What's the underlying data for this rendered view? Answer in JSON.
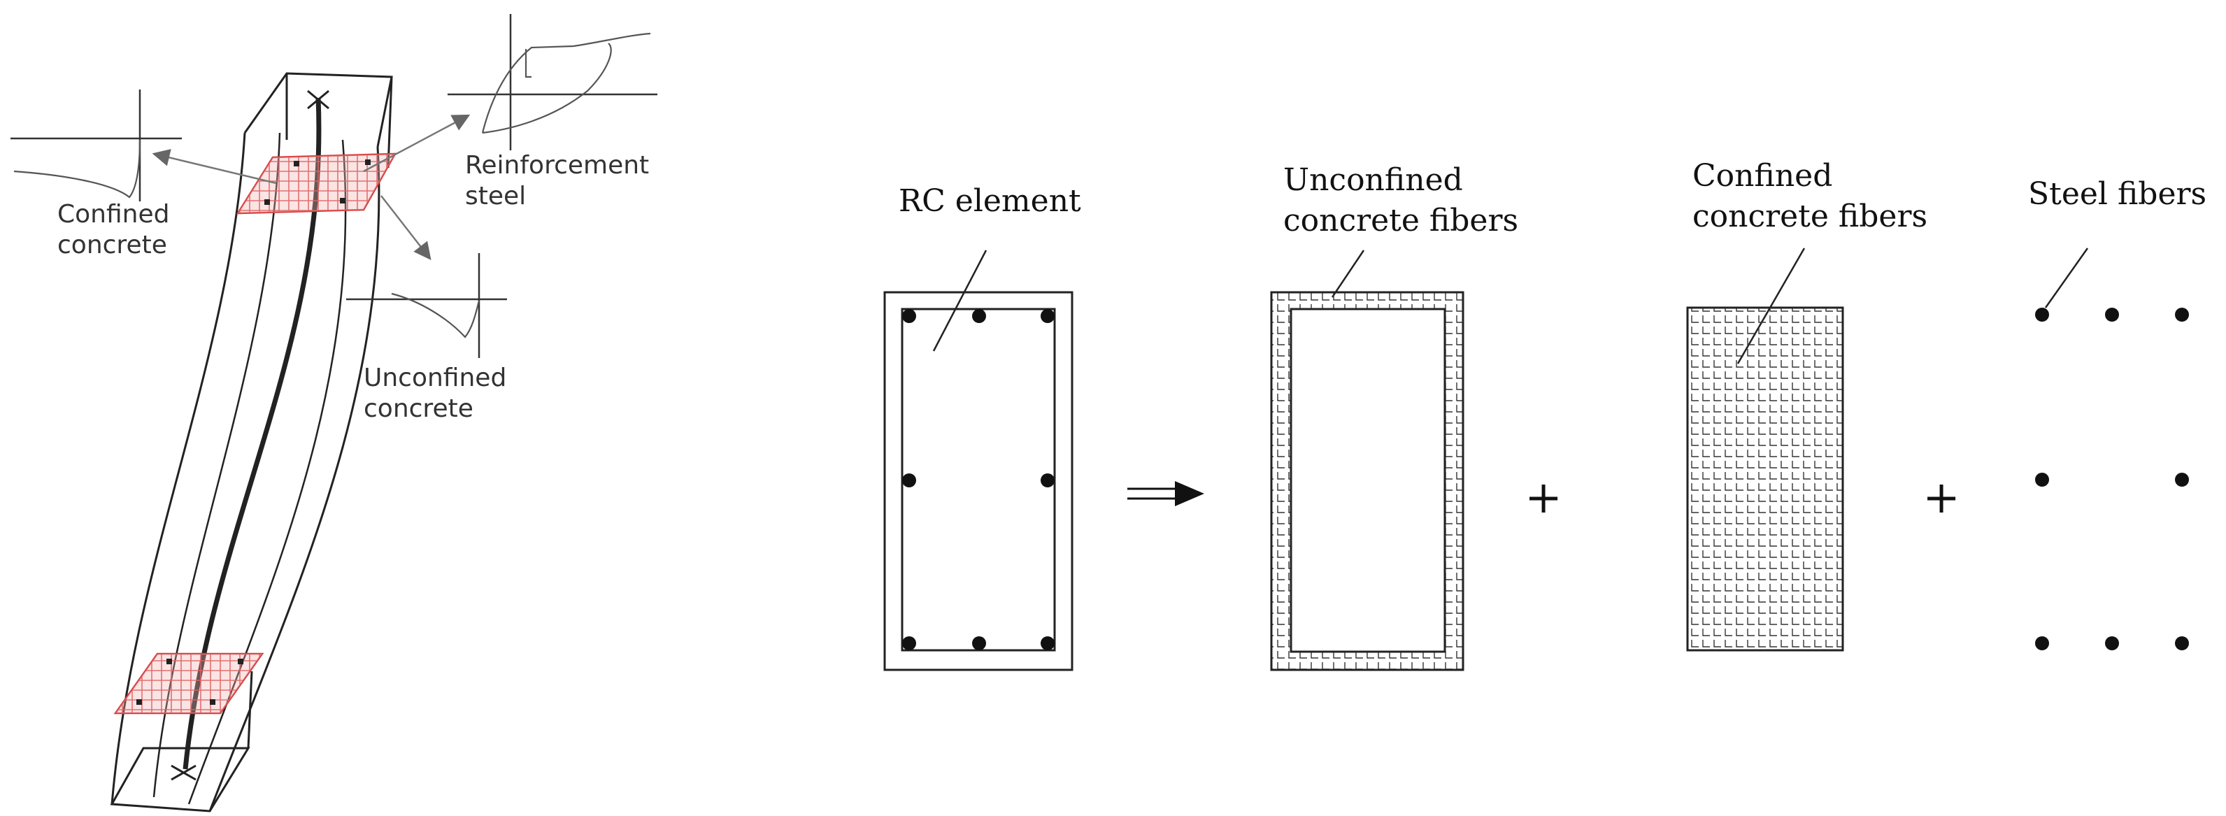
{
  "left_panel": {
    "labels": {
      "confined_line1": "Confined",
      "confined_line2": "concrete",
      "reinforcement_line1": "Reinforcement",
      "reinforcement_line2": "steel",
      "unconfined_line1": "Unconfined",
      "unconfined_line2": "concrete"
    },
    "section_mesh_color": "#e05a5a"
  },
  "right_panel": {
    "rc_element_label": "RC element",
    "arrow_symbol": "⟹",
    "unconfined_fibers_line1": "Unconfined",
    "unconfined_fibers_line2": "concrete fibers",
    "plus_symbol": "+",
    "confined_fibers_line1": "Confined",
    "confined_fibers_line2": "concrete fibers",
    "steel_fibers_label": "Steel  fibers"
  }
}
